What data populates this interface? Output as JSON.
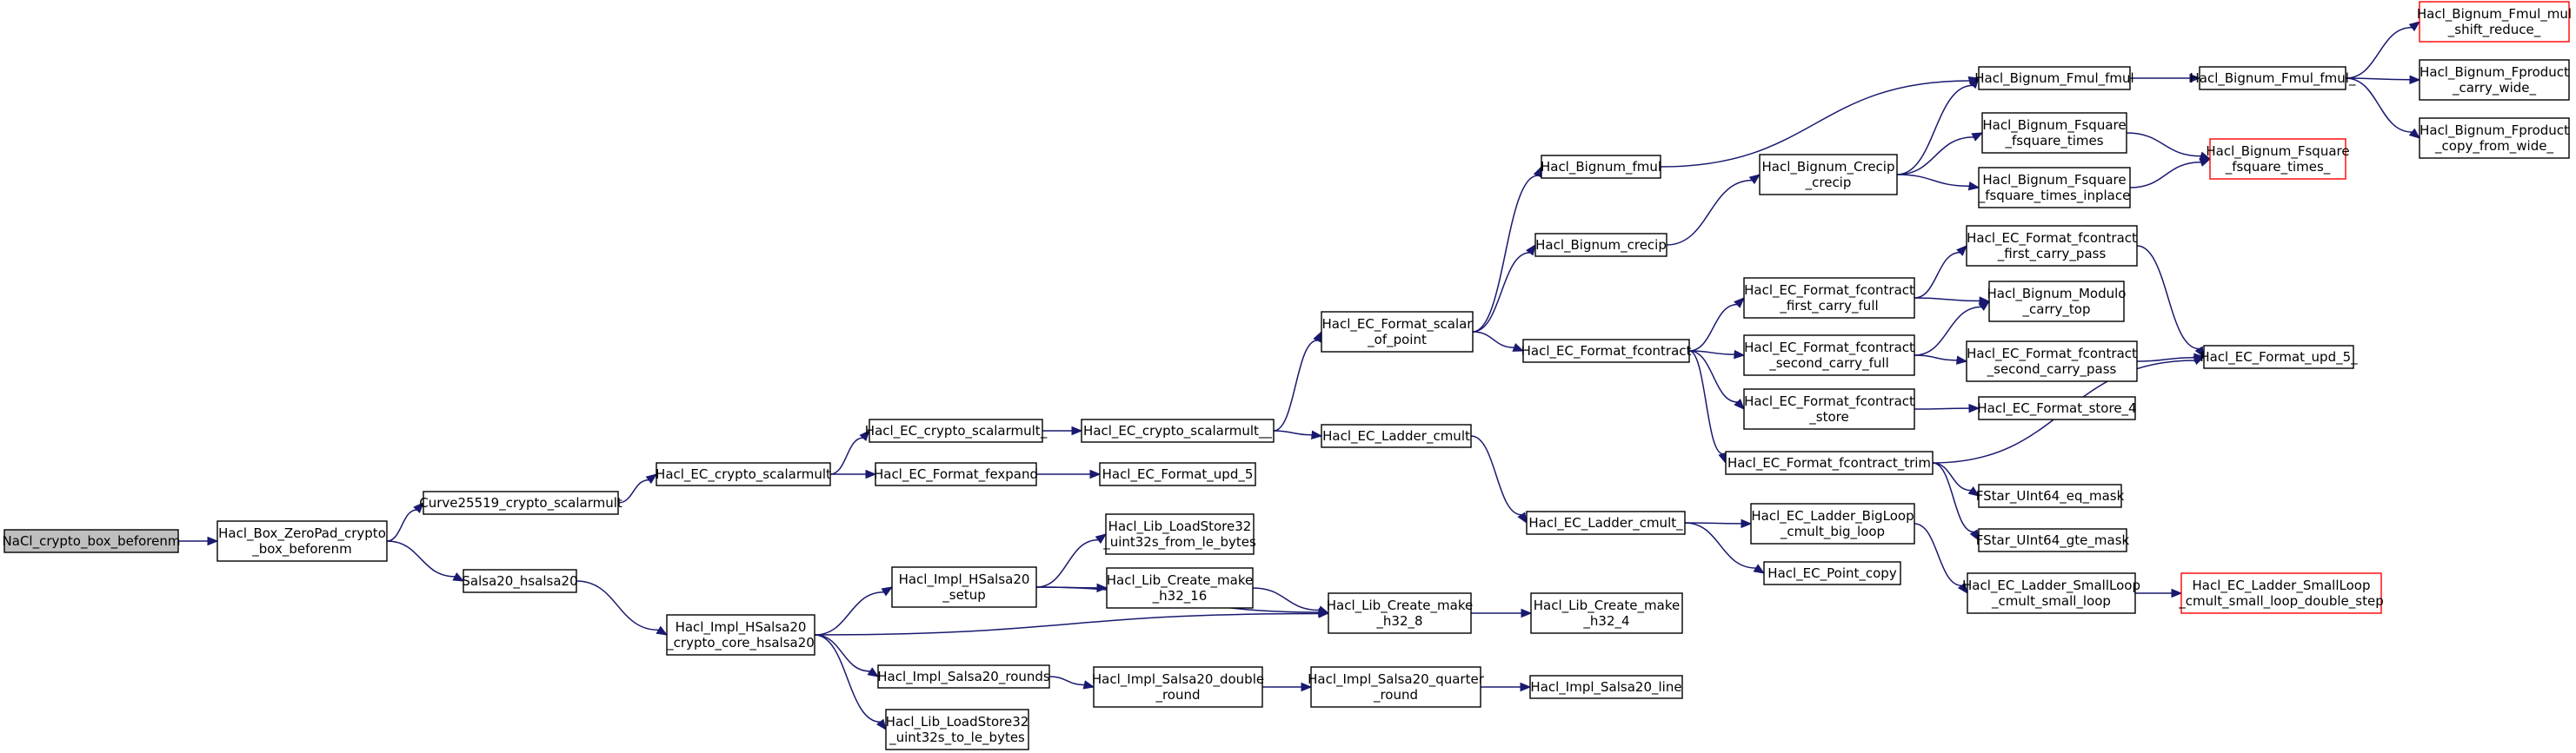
{
  "colors": {
    "edge": "#191970",
    "root_fill": "#bfbfbf",
    "node_border": "#000000",
    "truncated_border": "#ff0000"
  },
  "nodes": [
    {
      "id": "n0",
      "lines": [
        "NaCl_crypto_box_beforenm"
      ],
      "root": true
    },
    {
      "id": "n1",
      "lines": [
        "Hacl_Box_ZeroPad_crypto",
        "_box_beforenm"
      ]
    },
    {
      "id": "n2",
      "lines": [
        "Curve25519_crypto_scalarmult"
      ]
    },
    {
      "id": "n3",
      "lines": [
        "Salsa20_hsalsa20"
      ]
    },
    {
      "id": "n4",
      "lines": [
        "Hacl_EC_crypto_scalarmult"
      ]
    },
    {
      "id": "n5",
      "lines": [
        "Hacl_EC_crypto_scalarmult_"
      ]
    },
    {
      "id": "n6",
      "lines": [
        "Hacl_EC_Format_fexpand"
      ]
    },
    {
      "id": "n7",
      "lines": [
        "Hacl_EC_crypto_scalarmult__"
      ]
    },
    {
      "id": "n8",
      "lines": [
        "Hacl_EC_Format_upd_5"
      ]
    },
    {
      "id": "n9",
      "lines": [
        "Hacl_EC_Format_scalar",
        "_of_point"
      ]
    },
    {
      "id": "n10",
      "lines": [
        "Hacl_EC_Ladder_cmult"
      ]
    },
    {
      "id": "n11",
      "lines": [
        "Hacl_Bignum_fmul"
      ]
    },
    {
      "id": "n12",
      "lines": [
        "Hacl_Bignum_crecip"
      ]
    },
    {
      "id": "n13",
      "lines": [
        "Hacl_EC_Format_fcontract"
      ]
    },
    {
      "id": "n14",
      "lines": [
        "Hacl_EC_Ladder_cmult_"
      ]
    },
    {
      "id": "n15",
      "lines": [
        "Hacl_Bignum_Crecip",
        "_crecip"
      ]
    },
    {
      "id": "n16",
      "lines": [
        "Hacl_Bignum_Fmul_fmul"
      ]
    },
    {
      "id": "n17",
      "lines": [
        "Hacl_Bignum_Fsquare",
        "_fsquare_times"
      ]
    },
    {
      "id": "n18",
      "lines": [
        "Hacl_Bignum_Fsquare",
        "_fsquare_times_inplace"
      ]
    },
    {
      "id": "n19",
      "lines": [
        "Hacl_Bignum_Fmul_fmul_"
      ]
    },
    {
      "id": "n20",
      "lines": [
        "Hacl_Bignum_Fsquare",
        "_fsquare_times_"
      ],
      "truncated": true
    },
    {
      "id": "n21",
      "lines": [
        "Hacl_Bignum_Fmul_mul",
        "_shift_reduce_"
      ],
      "truncated": true
    },
    {
      "id": "n22",
      "lines": [
        "Hacl_Bignum_Fproduct",
        "_carry_wide_"
      ]
    },
    {
      "id": "n23",
      "lines": [
        "Hacl_Bignum_Fproduct",
        "_copy_from_wide_"
      ]
    },
    {
      "id": "n24",
      "lines": [
        "Hacl_EC_Format_fcontract",
        "_first_carry_full"
      ]
    },
    {
      "id": "n25",
      "lines": [
        "Hacl_EC_Format_fcontract",
        "_second_carry_full"
      ]
    },
    {
      "id": "n26",
      "lines": [
        "Hacl_EC_Format_fcontract",
        "_store"
      ]
    },
    {
      "id": "n27",
      "lines": [
        "Hacl_EC_Format_fcontract_trim"
      ]
    },
    {
      "id": "n28",
      "lines": [
        "Hacl_EC_Format_fcontract",
        "_first_carry_pass"
      ]
    },
    {
      "id": "n29",
      "lines": [
        "Hacl_Bignum_Modulo",
        "_carry_top"
      ]
    },
    {
      "id": "n30",
      "lines": [
        "Hacl_EC_Format_fcontract",
        "_second_carry_pass"
      ]
    },
    {
      "id": "n31",
      "lines": [
        "Hacl_EC_Format_upd_5_"
      ]
    },
    {
      "id": "n32",
      "lines": [
        "Hacl_EC_Format_store_4"
      ]
    },
    {
      "id": "n33",
      "lines": [
        "FStar_UInt64_eq_mask"
      ]
    },
    {
      "id": "n34",
      "lines": [
        "FStar_UInt64_gte_mask"
      ]
    },
    {
      "id": "n35",
      "lines": [
        "Hacl_EC_Ladder_BigLoop",
        "_cmult_big_loop"
      ]
    },
    {
      "id": "n36",
      "lines": [
        "Hacl_EC_Point_copy"
      ]
    },
    {
      "id": "n37",
      "lines": [
        "Hacl_EC_Ladder_SmallLoop",
        "_cmult_small_loop"
      ]
    },
    {
      "id": "n38",
      "lines": [
        "Hacl_EC_Ladder_SmallLoop",
        "_cmult_small_loop_double_step"
      ],
      "truncated": true
    },
    {
      "id": "n39",
      "lines": [
        "Hacl_Impl_HSalsa20",
        "_crypto_core_hsalsa20"
      ]
    },
    {
      "id": "n40",
      "lines": [
        "Hacl_Impl_HSalsa20",
        "_setup"
      ]
    },
    {
      "id": "n41",
      "lines": [
        "Hacl_Impl_Salsa20_rounds"
      ]
    },
    {
      "id": "n42",
      "lines": [
        "Hacl_Lib_LoadStore32",
        "_uint32s_to_le_bytes"
      ]
    },
    {
      "id": "n43",
      "lines": [
        "Hacl_Lib_LoadStore32",
        "_uint32s_from_le_bytes"
      ]
    },
    {
      "id": "n44",
      "lines": [
        "Hacl_Lib_Create_make",
        "_h32_16"
      ]
    },
    {
      "id": "n45",
      "lines": [
        "Hacl_Lib_Create_make",
        "_h32_8"
      ]
    },
    {
      "id": "n46",
      "lines": [
        "Hacl_Lib_Create_make",
        "_h32_4"
      ]
    },
    {
      "id": "n47",
      "lines": [
        "Hacl_Impl_Salsa20_double",
        "_round"
      ]
    },
    {
      "id": "n48",
      "lines": [
        "Hacl_Impl_Salsa20_quarter",
        "_round"
      ]
    },
    {
      "id": "n49",
      "lines": [
        "Hacl_Impl_Salsa20_line"
      ]
    }
  ],
  "edges": [
    [
      "n0",
      "n1"
    ],
    [
      "n1",
      "n2"
    ],
    [
      "n1",
      "n3"
    ],
    [
      "n2",
      "n4"
    ],
    [
      "n4",
      "n5"
    ],
    [
      "n4",
      "n6"
    ],
    [
      "n5",
      "n7"
    ],
    [
      "n6",
      "n8"
    ],
    [
      "n7",
      "n9"
    ],
    [
      "n7",
      "n10"
    ],
    [
      "n9",
      "n11"
    ],
    [
      "n9",
      "n12"
    ],
    [
      "n9",
      "n13"
    ],
    [
      "n10",
      "n14"
    ],
    [
      "n11",
      "n16"
    ],
    [
      "n12",
      "n15"
    ],
    [
      "n15",
      "n16"
    ],
    [
      "n15",
      "n17"
    ],
    [
      "n15",
      "n18"
    ],
    [
      "n16",
      "n19"
    ],
    [
      "n17",
      "n20"
    ],
    [
      "n18",
      "n20"
    ],
    [
      "n19",
      "n21"
    ],
    [
      "n19",
      "n22"
    ],
    [
      "n19",
      "n23"
    ],
    [
      "n13",
      "n24"
    ],
    [
      "n13",
      "n25"
    ],
    [
      "n13",
      "n26"
    ],
    [
      "n13",
      "n27"
    ],
    [
      "n24",
      "n28"
    ],
    [
      "n24",
      "n29"
    ],
    [
      "n25",
      "n29"
    ],
    [
      "n25",
      "n30"
    ],
    [
      "n26",
      "n32"
    ],
    [
      "n27",
      "n31"
    ],
    [
      "n27",
      "n33"
    ],
    [
      "n27",
      "n34"
    ],
    [
      "n28",
      "n31"
    ],
    [
      "n30",
      "n31"
    ],
    [
      "n14",
      "n35"
    ],
    [
      "n14",
      "n36"
    ],
    [
      "n35",
      "n37"
    ],
    [
      "n37",
      "n38"
    ],
    [
      "n3",
      "n39"
    ],
    [
      "n39",
      "n40"
    ],
    [
      "n39",
      "n41"
    ],
    [
      "n39",
      "n42"
    ],
    [
      "n39",
      "n45"
    ],
    [
      "n40",
      "n43"
    ],
    [
      "n40",
      "n44"
    ],
    [
      "n40",
      "n45"
    ],
    [
      "n44",
      "n45"
    ],
    [
      "n45",
      "n46"
    ],
    [
      "n41",
      "n47"
    ],
    [
      "n47",
      "n48"
    ],
    [
      "n48",
      "n49"
    ]
  ]
}
